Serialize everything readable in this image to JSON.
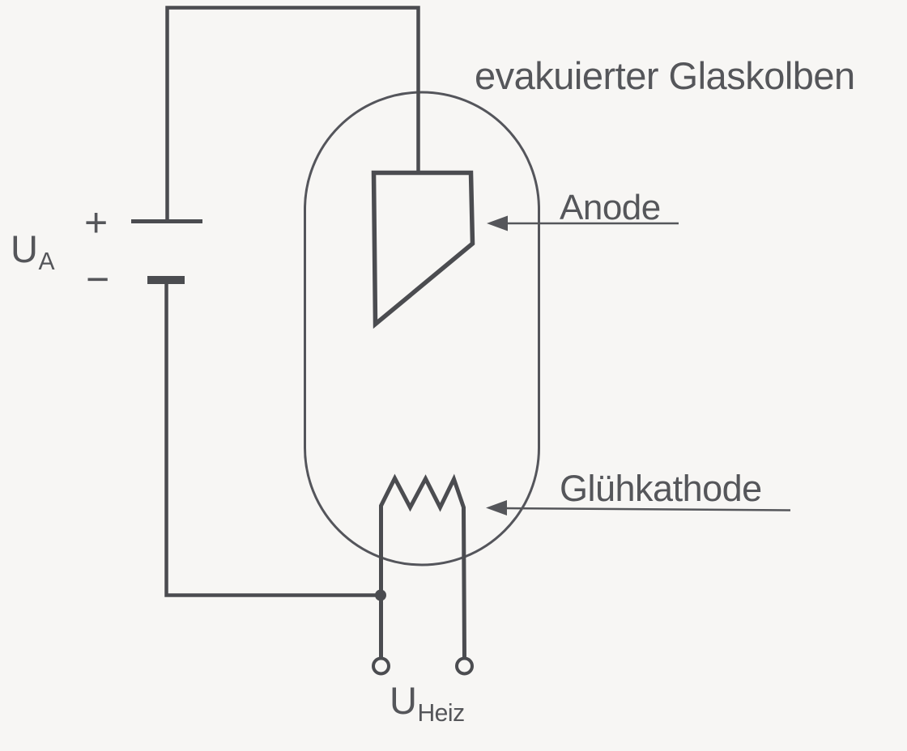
{
  "labels": {
    "bulb": "evakuierter Glaskolben",
    "anode": "Anode",
    "cathode": "Glühkathode",
    "battery_plus": "+",
    "battery_minus": "−",
    "anode_voltage": {
      "main": "U",
      "sub": "A"
    },
    "heater_voltage": {
      "main": "U",
      "sub": "Heiz"
    }
  },
  "colors": {
    "line": "#4b4c50",
    "glass": "#54555b",
    "text": "#55565a",
    "background": "#f7f6f4"
  }
}
